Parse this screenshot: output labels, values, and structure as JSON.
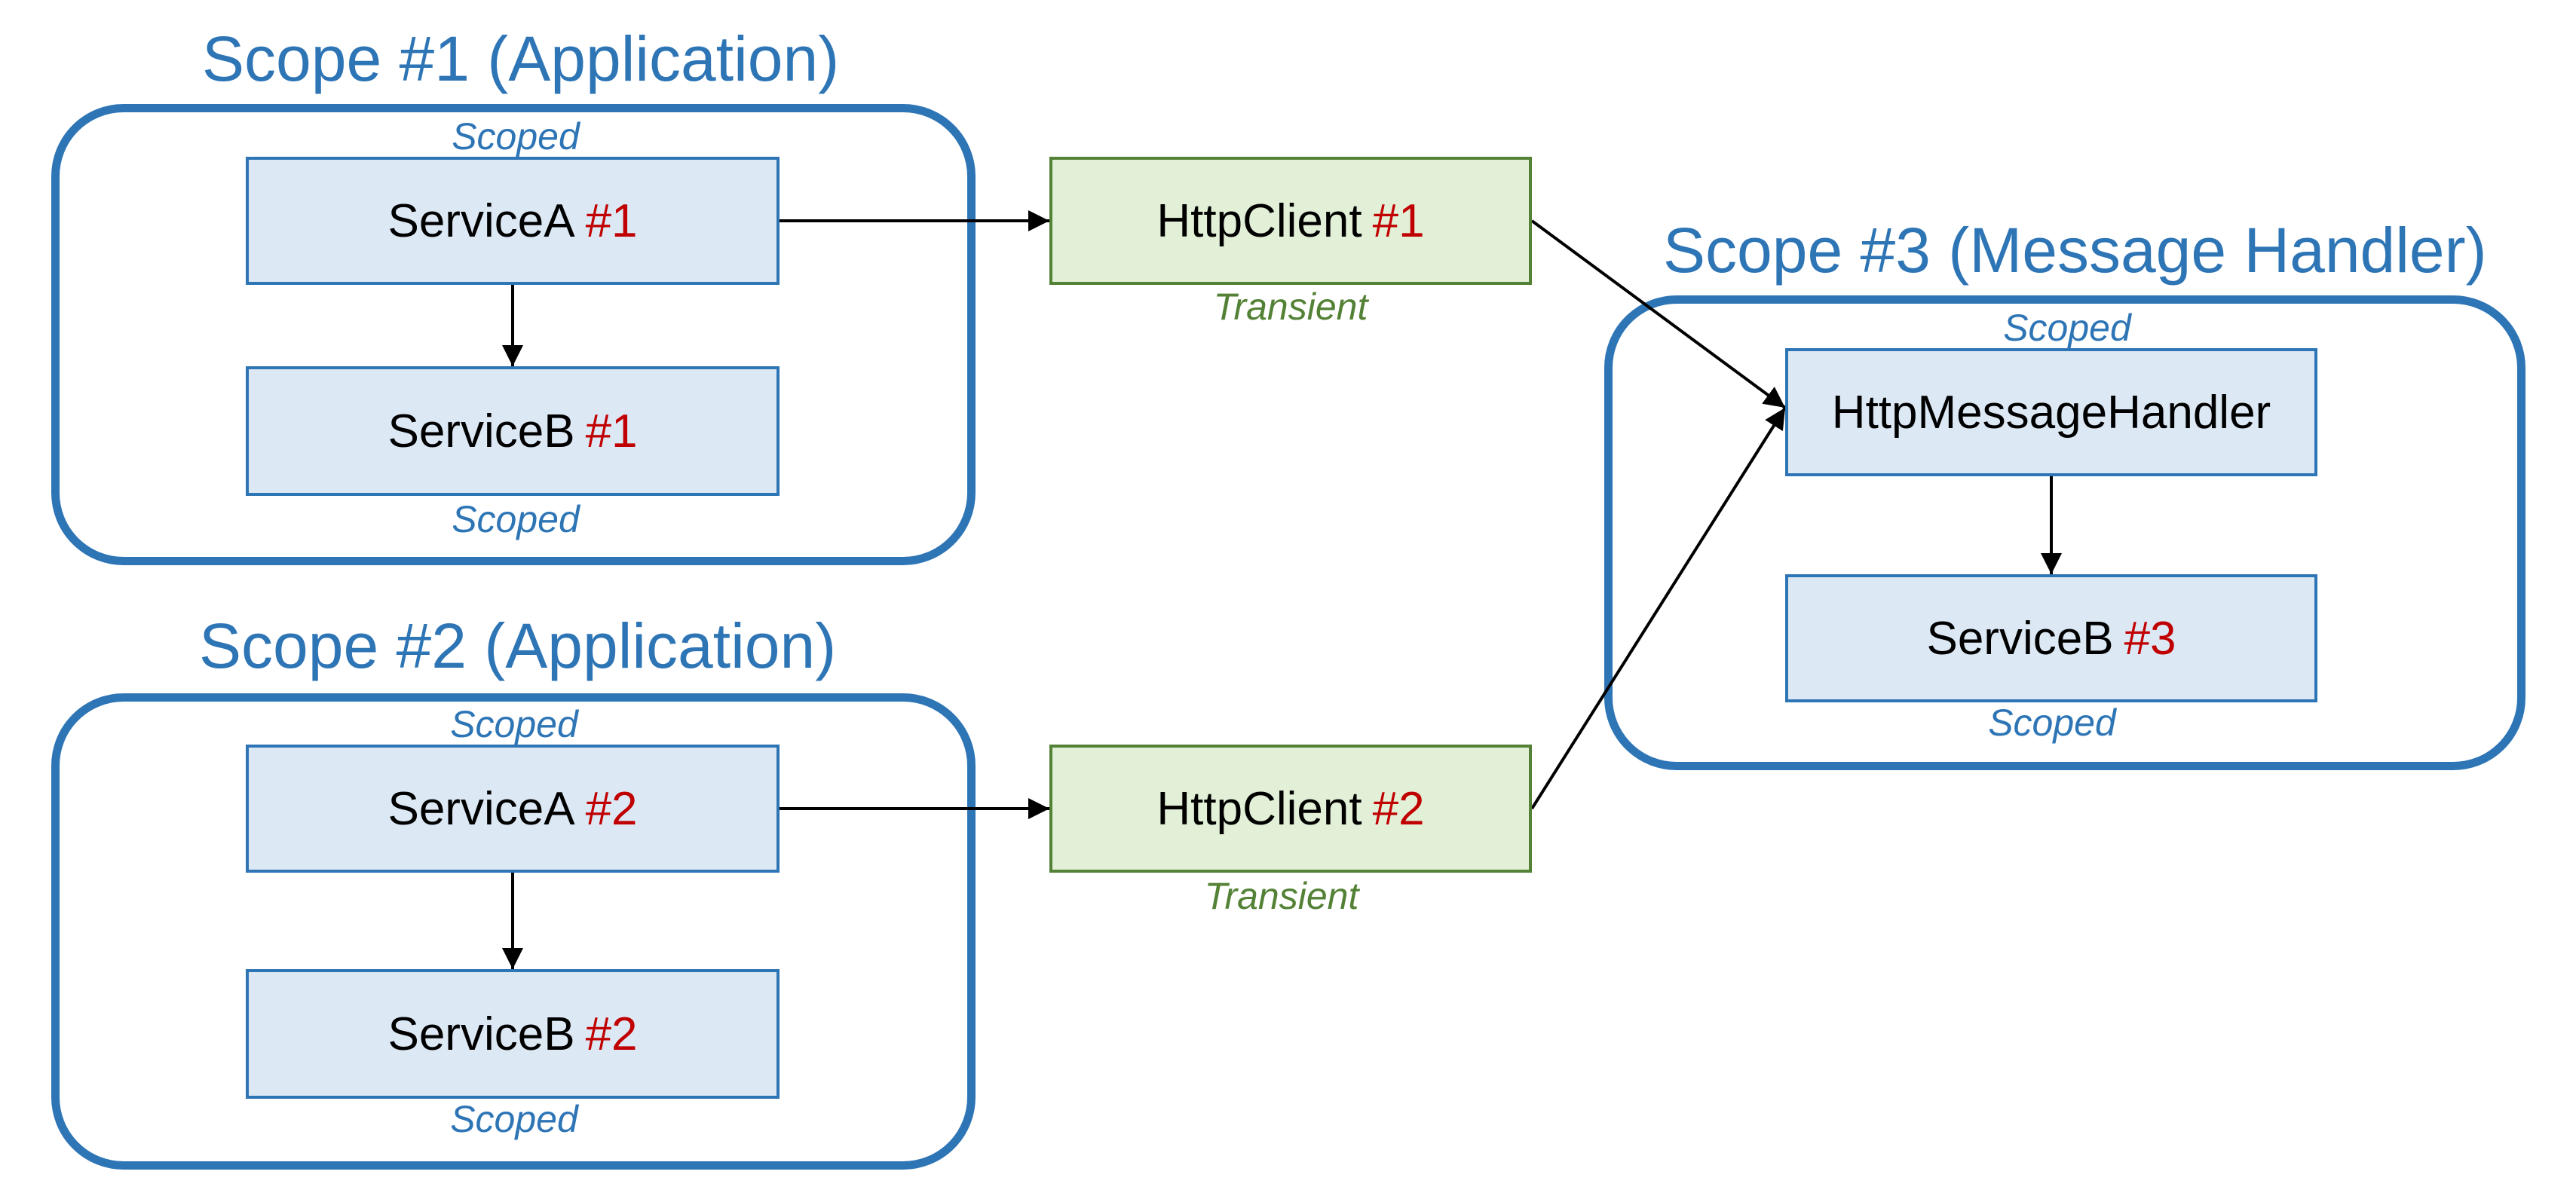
{
  "scopes": [
    {
      "title": "Scope #1 (Application)"
    },
    {
      "title": "Scope #2 (Application)"
    },
    {
      "title": "Scope #3 (Message Handler)"
    }
  ],
  "nodes": {
    "serviceA1": {
      "label": "ServiceA",
      "num": "#1",
      "lifetime": "Scoped"
    },
    "serviceB1": {
      "label": "ServiceB",
      "num": "#1",
      "lifetime": "Scoped"
    },
    "serviceA2": {
      "label": "ServiceA",
      "num": "#2",
      "lifetime": "Scoped"
    },
    "serviceB2": {
      "label": "ServiceB",
      "num": "#2",
      "lifetime": "Scoped"
    },
    "httpClient1": {
      "label": "HttpClient",
      "num": "#1",
      "lifetime": "Transient"
    },
    "httpClient2": {
      "label": "HttpClient",
      "num": "#2",
      "lifetime": "Transient"
    },
    "handler": {
      "label": "HttpMessageHandler",
      "lifetime": "Scoped"
    },
    "serviceB3": {
      "label": "ServiceB",
      "num": "#3",
      "lifetime": "Scoped"
    }
  },
  "edges": [
    {
      "from": "serviceA1",
      "to": "serviceB1"
    },
    {
      "from": "serviceA1",
      "to": "httpClient1"
    },
    {
      "from": "serviceA2",
      "to": "serviceB2"
    },
    {
      "from": "serviceA2",
      "to": "httpClient2"
    },
    {
      "from": "httpClient1",
      "to": "handler"
    },
    {
      "from": "httpClient2",
      "to": "handler"
    },
    {
      "from": "handler",
      "to": "serviceB3"
    }
  ],
  "colors": {
    "scope": "#2e75b6",
    "service_fill": "#dde8f5",
    "client_fill": "#e3f0d8",
    "client_border": "#538135",
    "instance_number": "#c00000",
    "arrow": "#000000"
  }
}
